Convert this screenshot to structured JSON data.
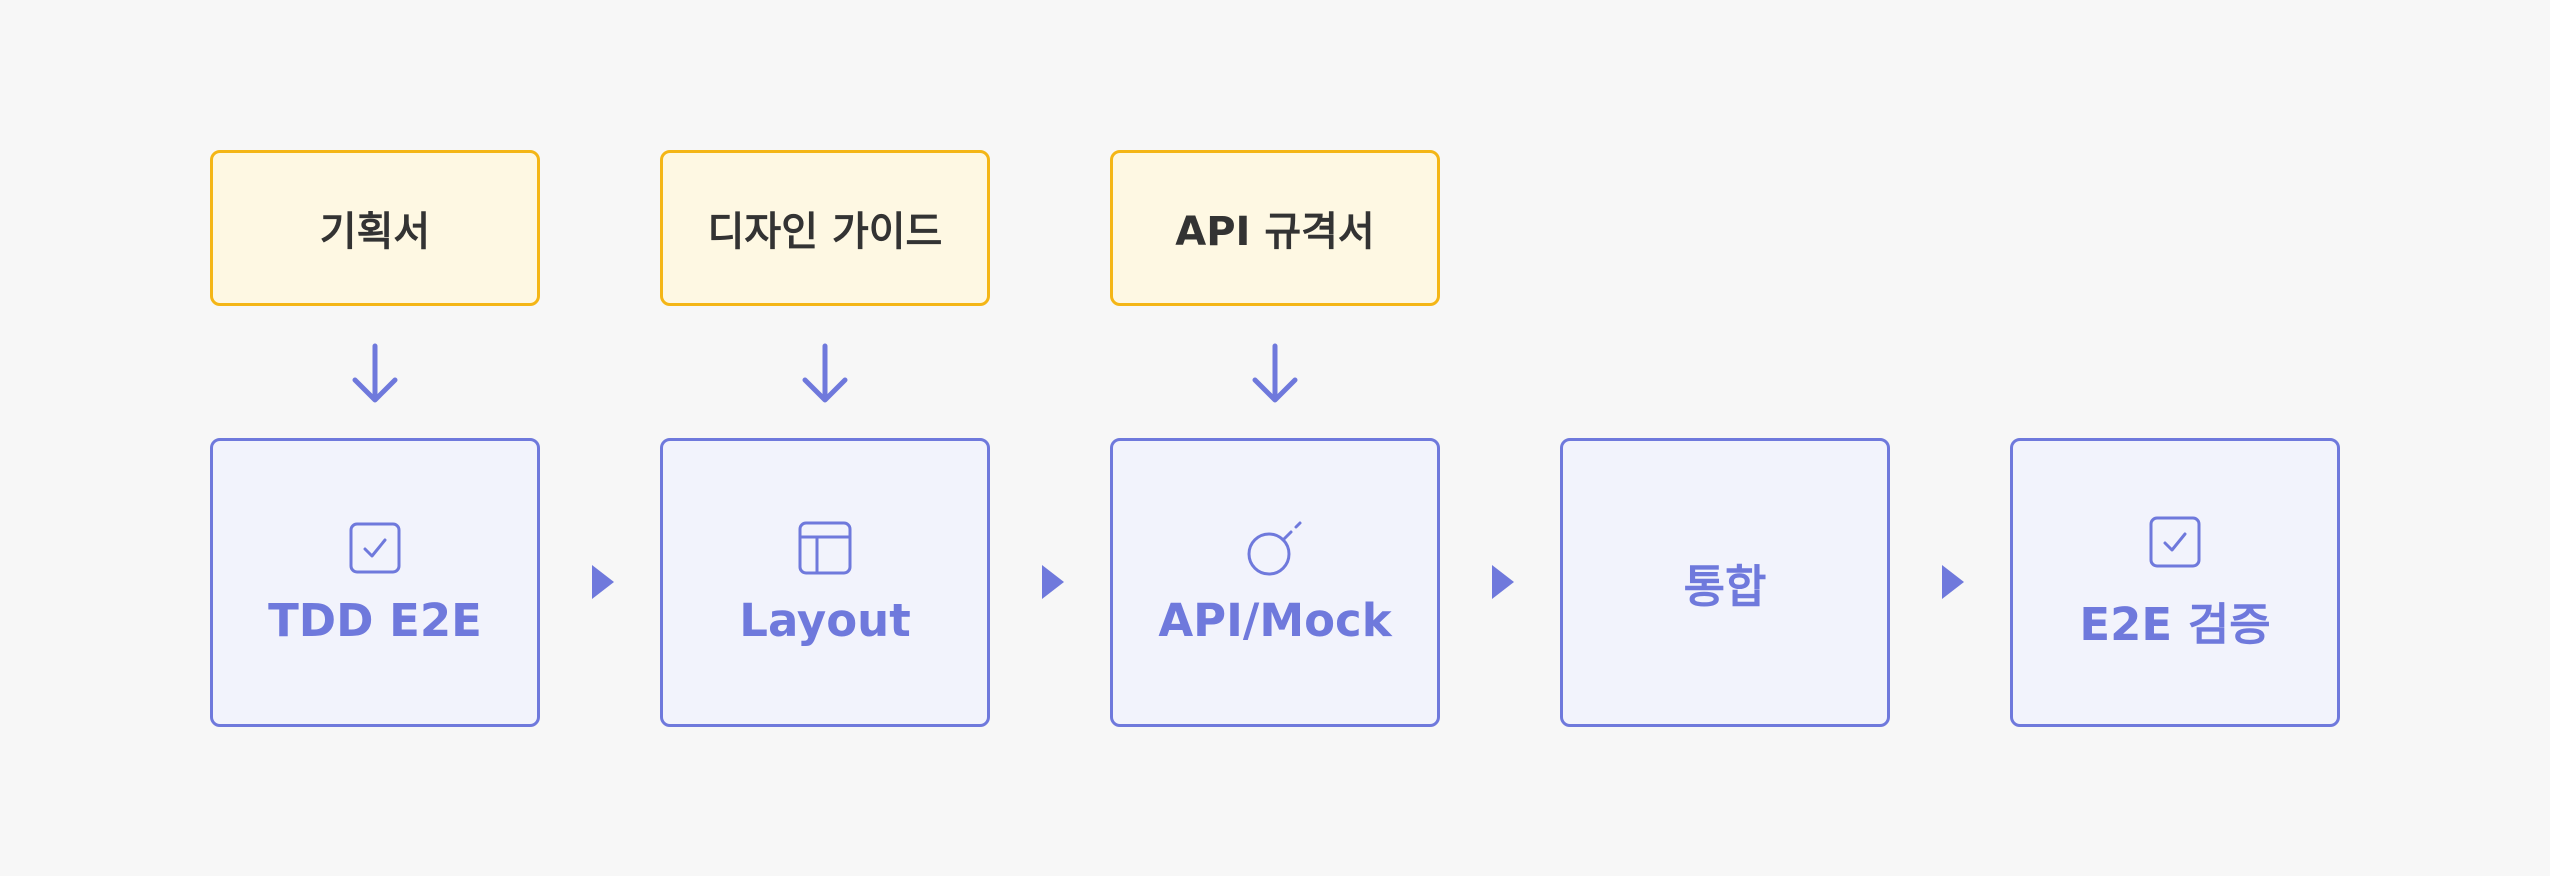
{
  "colors": {
    "background": "#f7f7f7",
    "doc_fill": "#fef8e3",
    "doc_border": "#f4b617",
    "step_fill": "#f2f3fc",
    "step_border": "#6f79dc",
    "accent": "#6f79dc",
    "doc_text": "#333333"
  },
  "inputs": [
    {
      "label": "기획서"
    },
    {
      "label": "디자인 가이드"
    },
    {
      "label": "API 규격서"
    }
  ],
  "steps": [
    {
      "label": "TDD E2E",
      "icon": "checkbox-icon"
    },
    {
      "label": "Layout",
      "icon": "layout-icon"
    },
    {
      "label": "API/Mock",
      "icon": "bomb-icon"
    },
    {
      "label": "통합",
      "icon": ""
    },
    {
      "label": "E2E 검증",
      "icon": "checkbox-icon"
    }
  ]
}
